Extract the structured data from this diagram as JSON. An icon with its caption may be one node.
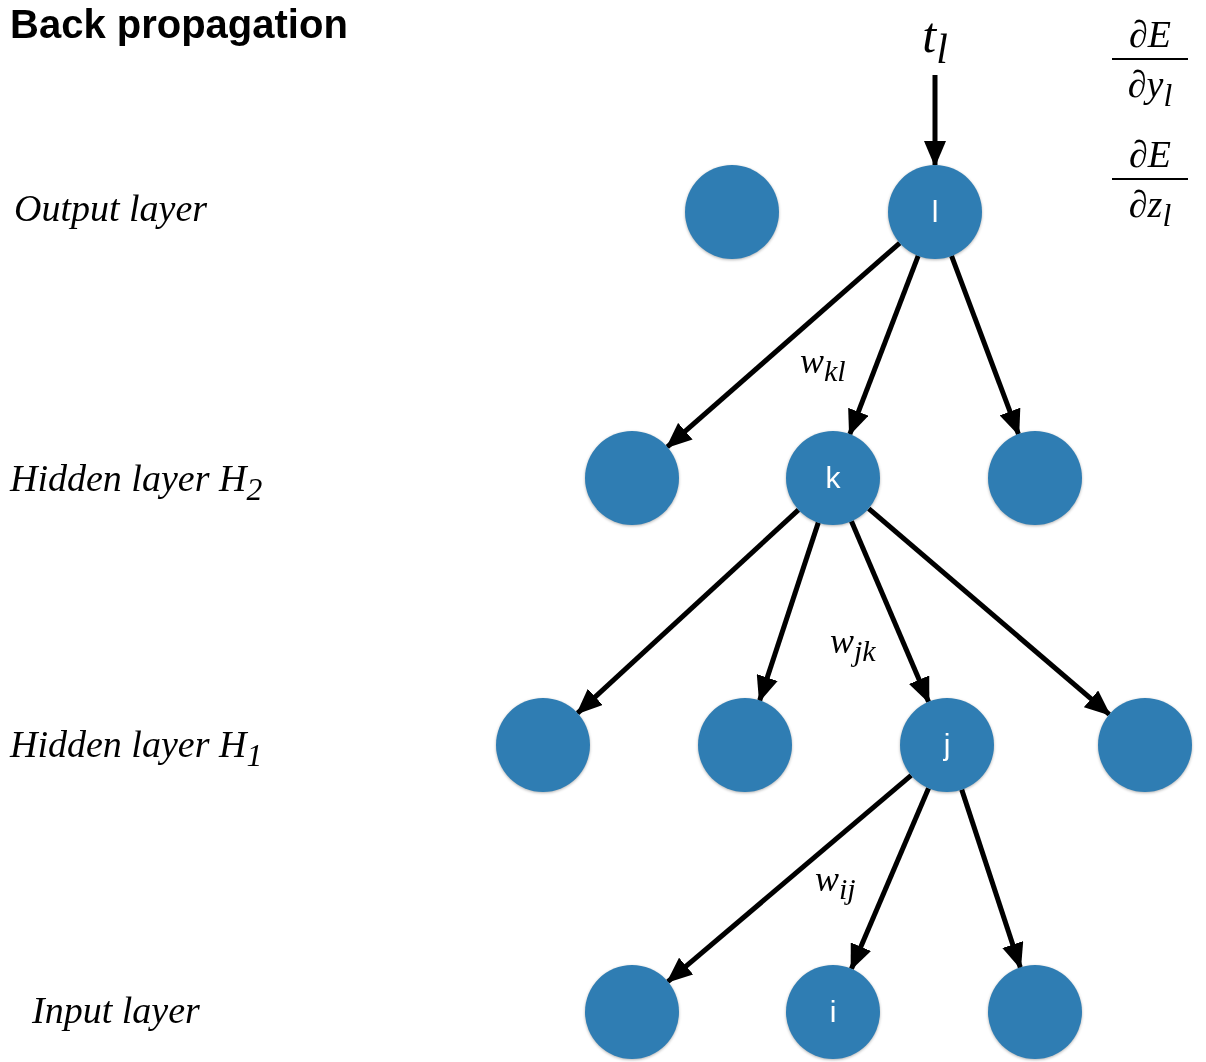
{
  "diagram": {
    "title": "Back propagation",
    "nodes": [
      {
        "text": [
          "t$_{l}$"
        ]
      },
      {
        "text": [],
        "shape": "circle"
      },
      {
        "text": [
          "l"
        ]
      },
      {
        "text": [],
        "shape": "circle"
      },
      {
        "text": [
          "k"
        ]
      },
      {
        "text": [],
        "shape": "circle"
      },
      {
        "text": [],
        "shape": "circle"
      },
      {
        "text": [],
        "shape": "circle"
      },
      {
        "text": [
          "j"
        ]
      },
      {
        "text": [],
        "shape": "circle"
      },
      {
        "text": [],
        "shape": "circle"
      },
      {
        "text": [
          "i"
        ]
      },
      {
        "text": [],
        "shape": "circle"
      }
    ],
    "edges": [
      {
        "from": 0,
        "to": 2,
        "arrow": "to"
      },
      {
        "from": 2,
        "to": 3,
        "arrow": "to"
      },
      {
        "from": 2,
        "to": 4,
        "arrow": "to",
        "label": "w$_{kl}$"
      },
      {
        "from": 2,
        "to": 5,
        "arrow": "to"
      },
      {
        "from": 4,
        "to": 6,
        "arrow": "to"
      },
      {
        "from": 4,
        "to": 7,
        "arrow": "to"
      },
      {
        "from": 4,
        "to": 8,
        "arrow": "to",
        "label": "w$_{jk}$"
      },
      {
        "from": 4,
        "to": 9,
        "arrow": "to"
      },
      {
        "from": 8,
        "to": 10,
        "arrow": "to"
      },
      {
        "from": 8,
        "to": 11,
        "arrow": "to",
        "label": "w$_{ij}$"
      },
      {
        "from": 8,
        "to": 12,
        "arrow": "to"
      }
    ],
    "labels": [
      "Output layer",
      "Hidden layer H$_{2}$",
      "Hidden layer H$_{1}$",
      "Input layer",
      "∂E",
      "∂y$_{l}$",
      "∂E",
      "∂z$_{l}$"
    ]
  }
}
